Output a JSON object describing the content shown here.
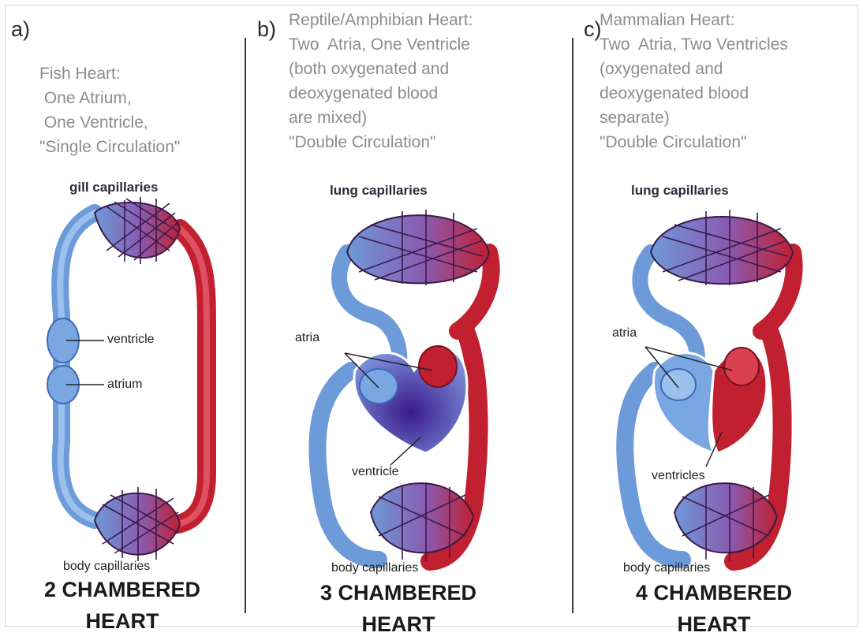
{
  "panels": [
    {
      "letter": "a)",
      "description": "Fish Heart:\n One Atrium,\n One Ventricle,\n\"Single Circulation\"",
      "top_capillaries": "gill capillaries",
      "bottom_capillaries": "body capillaries",
      "labels": [
        "ventricle",
        "atrium"
      ],
      "title_line1": "2 CHAMBERED",
      "title_line2": "HEART"
    },
    {
      "letter": "b)",
      "description": "Reptile/Amphibian Heart:\nTwo  Atria, One Ventricle\n(both oxygenated and\ndeoxygenated blood\nare mixed)\n\"Double Circulation\"",
      "top_capillaries": "lung capillaries",
      "bottom_capillaries": "body capillaries",
      "labels": [
        "atria",
        "ventricle"
      ],
      "title_line1": "3 CHAMBERED",
      "title_line2": "HEART"
    },
    {
      "letter": "c)",
      "description": "Mammalian Heart:\nTwo  Atria, Two Ventricles\n(oxygenated and\ndeoxygenated blood\nseparate)\n\"Double Circulation\"",
      "top_capillaries": "lung capillaries",
      "bottom_capillaries": "body capillaries",
      "labels": [
        "atria",
        "ventricles"
      ],
      "title_line1": "4 CHAMBERED",
      "title_line2": "HEART"
    }
  ],
  "colors": {
    "oxygenated": "#c0202f",
    "deoxygenated": "#6d9ad8",
    "mixed": "#4a2f8c",
    "capillary_net": "#3a1a4a"
  }
}
